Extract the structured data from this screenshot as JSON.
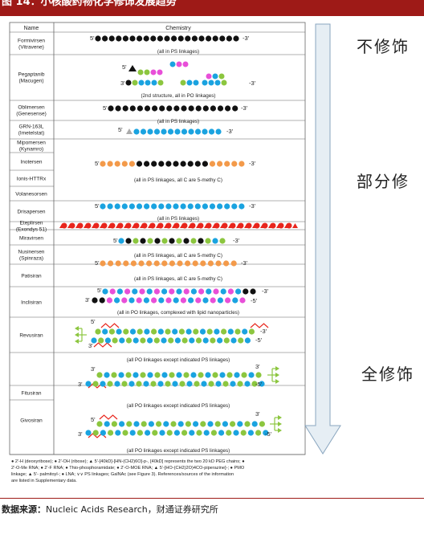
{
  "header": {
    "title": "图 14：小核酸药物化学修饰发展趋势"
  },
  "table": {
    "col_name": "Name",
    "col_chem": "Chemistry",
    "rows": [
      {
        "names": [
          "Formivirsen",
          "(Vitravene)"
        ]
      },
      {
        "names": [
          "Pegaptanib",
          "(Macugen)"
        ]
      },
      {
        "names": [
          "Oblimersen",
          "(Genesense)"
        ]
      },
      {
        "names": [
          "GRN-163L",
          "(Imetelstat)"
        ]
      },
      {
        "names": [
          "Mipomersen",
          "(Kynamro)"
        ]
      },
      {
        "names": [
          "Inotersen"
        ]
      },
      {
        "names": [
          "Ionis-HTTRx"
        ]
      },
      {
        "names": [
          "Volanesorsen"
        ]
      },
      {
        "names": [
          "Drisapersen"
        ]
      },
      {
        "names": [
          "Eteplirsen",
          "(Exondys 51)"
        ]
      },
      {
        "names": [
          "Miravirsen"
        ]
      },
      {
        "names": [
          "Nusinersen",
          "(Spinraza)"
        ]
      },
      {
        "names": [
          "Patisiran"
        ]
      },
      {
        "names": [
          "Inclisiran"
        ]
      },
      {
        "names": [
          "Revusiran"
        ]
      },
      {
        "names": [
          "Fitusiran"
        ]
      },
      {
        "names": [
          "Givosiran"
        ]
      }
    ],
    "captions": [
      "(all in PS linkages)",
      "(2nd structure, all in PO linkages)",
      "(all in PS linkages)",
      "(all in PS linkages, all C are 5-methy C)",
      "(all in PS linkages)",
      "(all in PS linkages, all C are 5-methy C)",
      "(all in PS linkages, all C are 5-methy C)",
      "(all in PO linkages, complexed with lipid nanoparticles)",
      "(all PO linkages except indicated PS linkages)",
      "(all PO linkages except indicated PS linkages)",
      "(all PO linkages except indicated PS linkages)"
    ],
    "end5": "5'",
    "end3": "-3'",
    "end3b": "3'",
    "end5b": "-5'"
  },
  "legend": {
    "line1": "● 2'-H (deoxyribose); ● 2'-OH (ribose); ▲ 5'-[40kD]-[HN-(CH2)6O]-p-, [40kD] represents the two 20 kD PEG chains; ●",
    "line2": "2'-O-Me RNA; ● 2'-F RNA; ● Thio-phosphoramidate; ● 2'-O-MOE RNA; ▲ 5'-[HO-(CH2)2O)4CO-piperazine]-; ● PMO",
    "line3": "linkage; ▲ 5'- palmitoyl-; ● LNA; ∨∨ PS linkages; GalNAc (see Figure 3). References/sources of the information",
    "line4": "are listed in Supplementary data."
  },
  "annotations": {
    "unmodified": "不修饰",
    "partial": "部分修",
    "full": "全修饰"
  },
  "source": {
    "label": "数据来源：",
    "text": "Nucleic Acids Research，财通证券研究所"
  },
  "colors": {
    "black": "#111111",
    "magenta": "#e84fd8",
    "blue": "#1aa3e0",
    "green": "#8cc63f",
    "gray": "#9aa7b0",
    "orange": "#f39a4a",
    "red": "#e8251c",
    "title_bg": "#9e1a17"
  }
}
